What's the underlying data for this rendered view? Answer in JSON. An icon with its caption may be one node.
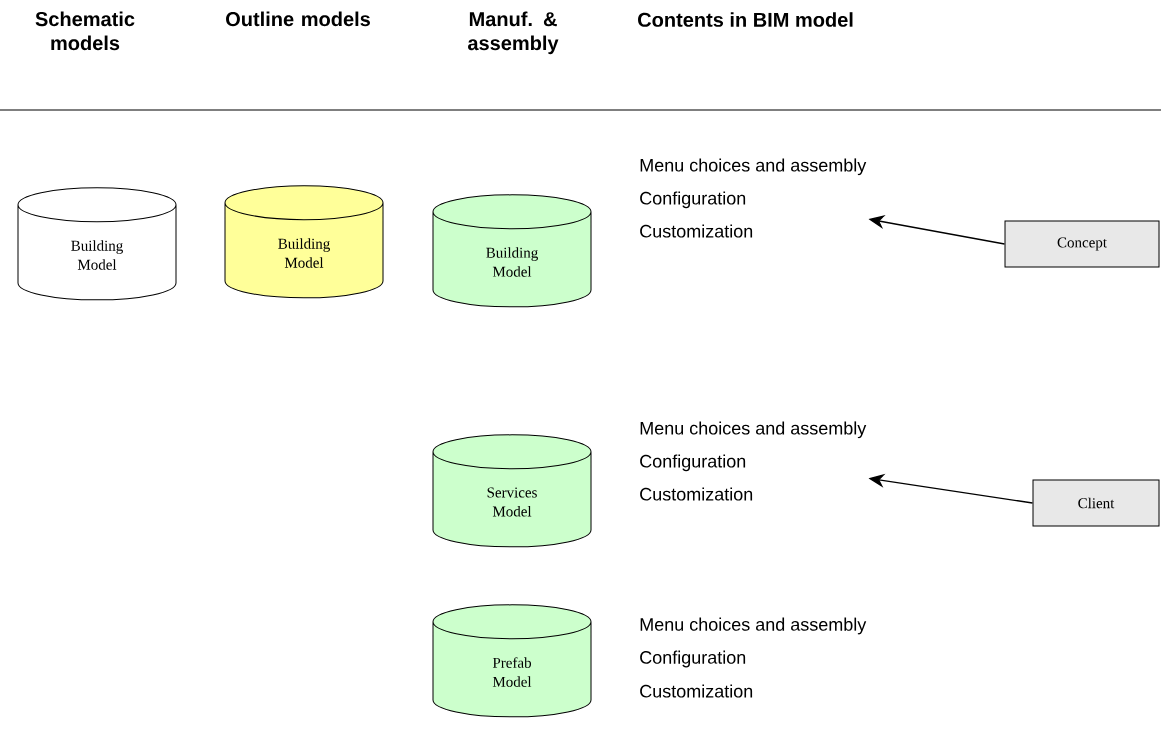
{
  "diagram": {
    "nodes": [
      {
        "text": [
          "Building Model"
        ]
      },
      {
        "text": [
          "Building Model"
        ]
      },
      {
        "text": [
          "Building Model"
        ]
      },
      {
        "text": [
          "Services Model"
        ]
      },
      {
        "text": [
          "Prefab Model"
        ]
      },
      {
        "text": [
          "Menu choices and assembly",
          "Configuration",
          "Customization"
        ]
      },
      {
        "text": [
          "Concept"
        ]
      },
      {
        "text": [
          "Menu choices and assembly",
          "Configuration",
          "Customization"
        ]
      },
      {
        "text": [
          "Client"
        ]
      }
    ],
    "edges": [
      {
        "from": 6,
        "to": 5,
        "arrow": "to"
      },
      {
        "from": 8,
        "to": 7,
        "arrow": "to"
      }
    ],
    "labels": [
      "Schematic models",
      "Outline models",
      "Manuf. & assembly",
      "Contents in BIM model",
      "Menu choices and assembly",
      "Configuration",
      "Customization"
    ]
  }
}
